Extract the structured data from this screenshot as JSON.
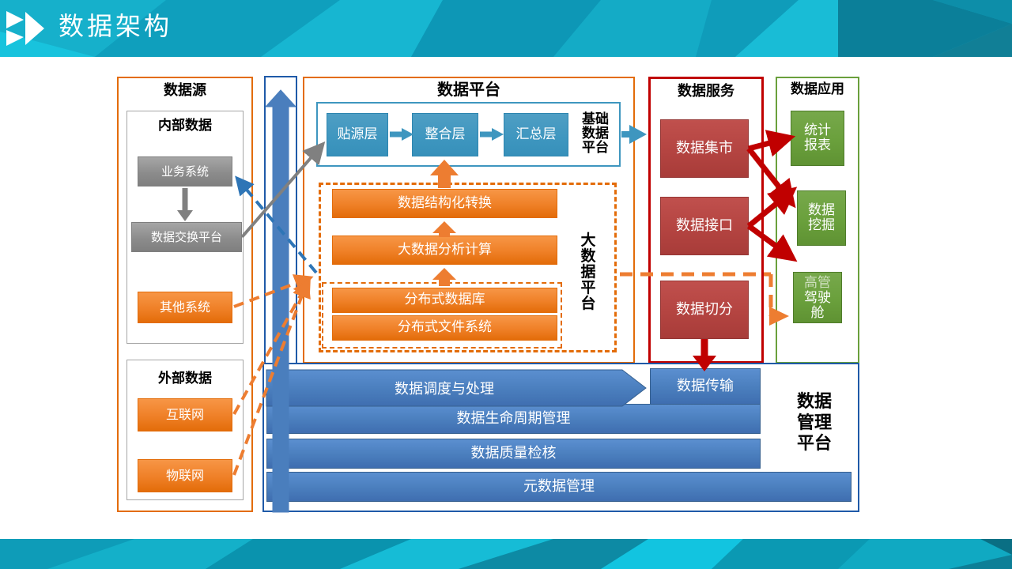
{
  "slide": {
    "title": "数据架构",
    "logo_icon": "play-triangle-logo",
    "theme": {
      "band": "#13a8c4",
      "accent_orange": "#e36c09",
      "accent_blue": "#4a7ebd",
      "accent_red": "#c0504d",
      "accent_green": "#6aa03c",
      "accent_teal": "#3e96bf"
    }
  },
  "zones": {
    "data_source": {
      "title": "数据源",
      "border_color": "#e36c09",
      "panels": [
        {
          "title": "内部数据",
          "items": [
            {
              "label": "业务系统",
              "style": "gray"
            },
            {
              "label": "数据交换平台",
              "style": "gray"
            },
            {
              "label": "其他系统",
              "style": "orange"
            }
          ]
        },
        {
          "title": "外部数据",
          "items": [
            {
              "label": "互联网",
              "style": "orange"
            },
            {
              "label": "物联网",
              "style": "orange"
            }
          ]
        }
      ]
    },
    "data_platform": {
      "title": "数据平台",
      "border_color": "#e36c09",
      "base_platform": {
        "label": "基础\n数据\n平台",
        "label_lines": [
          "基础",
          "数据",
          "平台"
        ],
        "layers": [
          "贴源层",
          "整合层",
          "汇总层"
        ]
      },
      "big_data": {
        "label_lines": [
          "大",
          "数",
          "据",
          "平",
          "台"
        ],
        "items": [
          "数据结构化转换",
          "大数据分析计算"
        ],
        "storage_items": [
          "分布式数据库",
          "分布式文件系统"
        ]
      }
    },
    "data_service": {
      "title": "数据服务",
      "border_color": "#c00000",
      "items": [
        "数据集市",
        "数据接口",
        "数据切分"
      ]
    },
    "data_application": {
      "title": "数据应用",
      "border_color": "#6aa03c",
      "items": [
        {
          "lines": [
            "统计",
            "报表"
          ]
        },
        {
          "lines": [
            "数据",
            "挖掘"
          ]
        },
        {
          "lines": [
            "高管",
            "驾驶",
            "舱"
          ]
        }
      ]
    },
    "data_management": {
      "border_color": "#1f5aa8",
      "label_lines": [
        "数据",
        "管理",
        "平台"
      ],
      "bars": [
        {
          "label": "数据调度与处理",
          "shape": "arrow"
        },
        {
          "label": "数据传输",
          "shape": "rect"
        },
        {
          "label": "数据生命周期管理",
          "shape": "rect"
        },
        {
          "label": "数据质量检核",
          "shape": "rect"
        },
        {
          "label": "元数据管理",
          "shape": "rect"
        }
      ]
    }
  },
  "connectors": {
    "blue_up_arrow": "vertical-up-arrow",
    "gray_arrow": "数据交换平台 → 贴源层",
    "blue_dashed_arrow": "数据平台 → 业务系统",
    "orange_dashed_arrows": "其他系统/互联网/物联网 → 大数据平台",
    "teal_arrow": "基础数据平台 → 数据服务",
    "red_arrows": "数据集市/数据接口 → 统计报表/数据挖掘",
    "orange_dashed_right": "数据切分 → 高管驾驶舱",
    "red_down_arrow": "数据切分 → 数据传输"
  }
}
